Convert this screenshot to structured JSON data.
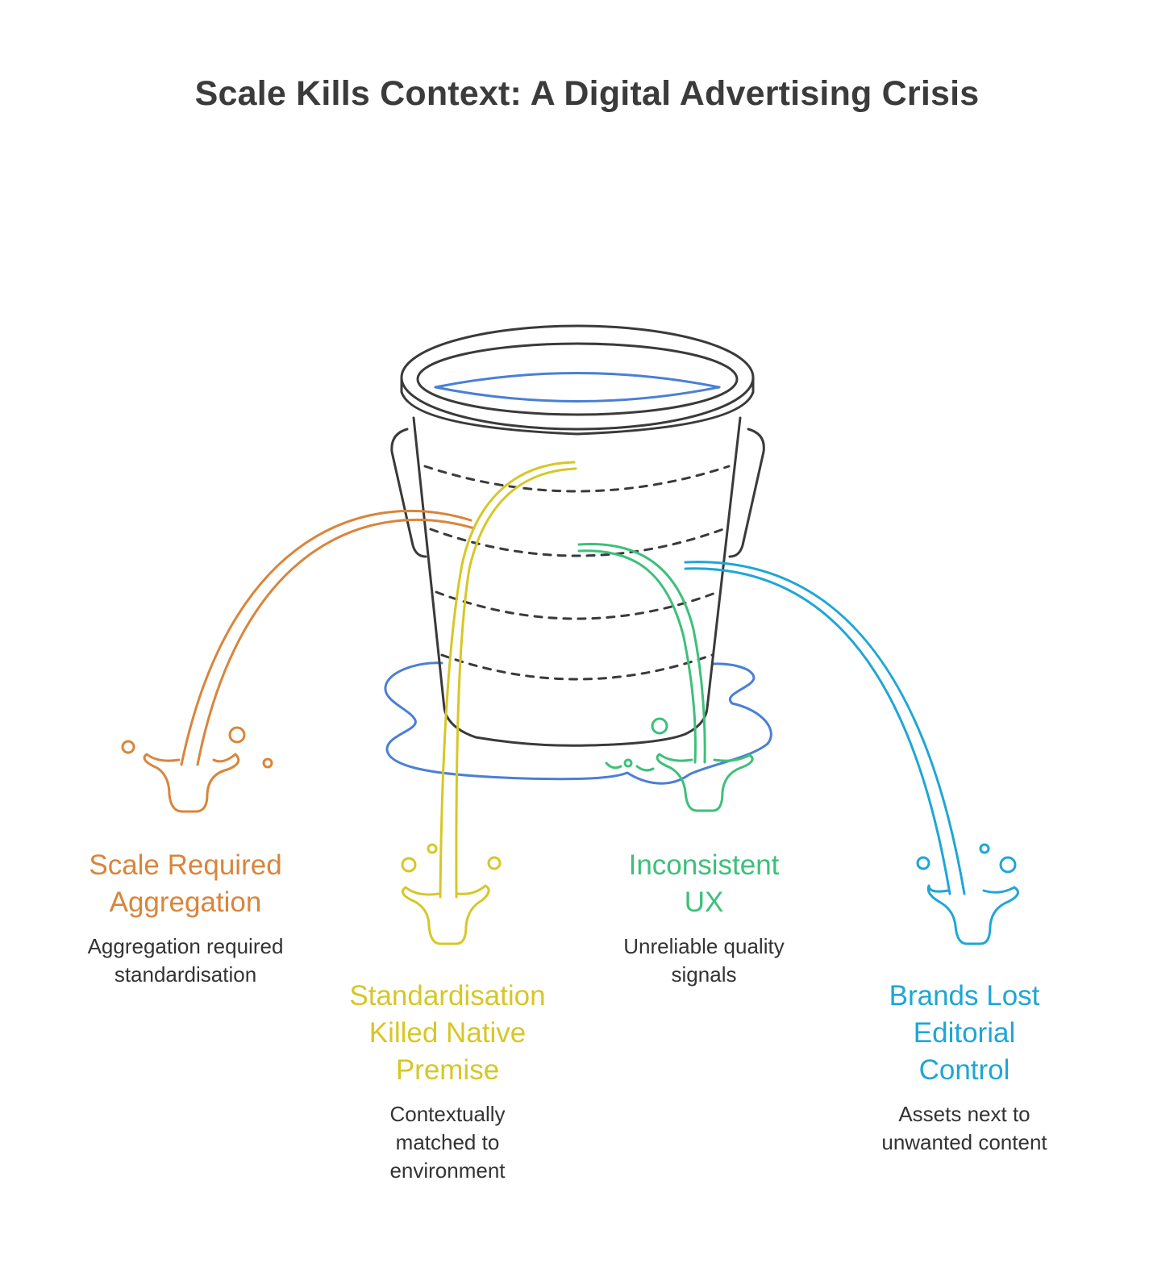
{
  "title": "Scale Kills Context: A Digital Advertising Crisis",
  "colors": {
    "orange": "#d9853b",
    "yellow": "#d6c727",
    "green": "#3cc07a",
    "blue": "#1ea6d6",
    "water": "#4a7fd6",
    "bucket": "#3a3a3a"
  },
  "icons": {
    "center": "leaking-bucket-icon",
    "splash": "splash-icon"
  },
  "items": [
    {
      "heading_lines": [
        "Scale Required",
        "Aggregation"
      ],
      "description_lines": [
        "Aggregation required",
        "standardisation"
      ],
      "color": "#d9853b"
    },
    {
      "heading_lines": [
        "Standardisation",
        "Killed Native",
        "Premise"
      ],
      "description_lines": [
        "Contextually",
        "matched to",
        "environment"
      ],
      "color": "#d6c727"
    },
    {
      "heading_lines": [
        "Inconsistent",
        "UX"
      ],
      "description_lines": [
        "Unreliable quality",
        "signals"
      ],
      "color": "#3cc07a"
    },
    {
      "heading_lines": [
        "Brands Lost",
        "Editorial",
        "Control"
      ],
      "description_lines": [
        "Assets next to",
        "unwanted content"
      ],
      "color": "#1ea6d6"
    }
  ]
}
